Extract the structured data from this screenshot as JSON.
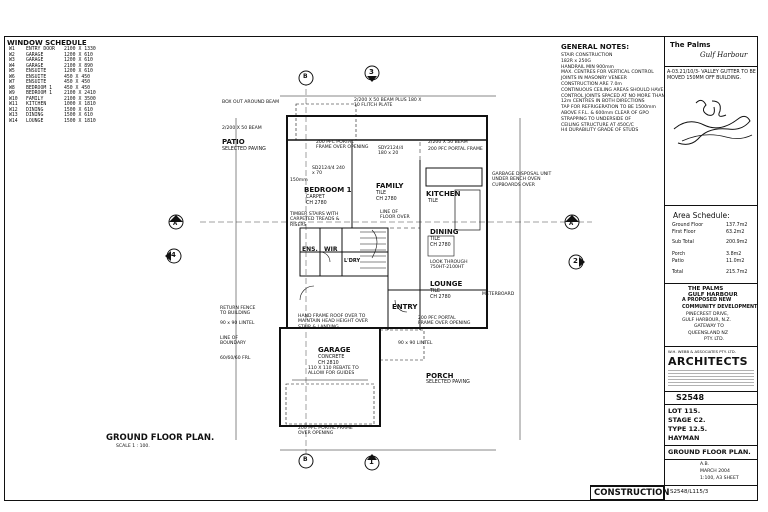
{
  "window_schedule": {
    "title": "WINDOW SCHEDULE",
    "rows": [
      {
        "code": "W1",
        "room": "ENTRY DOOR",
        "size": "2100 X 1330"
      },
      {
        "code": "W2",
        "room": "GARAGE",
        "size": "1200 X 610"
      },
      {
        "code": "W3",
        "room": "GARAGE",
        "size": "1200 X 610"
      },
      {
        "code": "W4",
        "room": "GARAGE",
        "size": "2100 X 890"
      },
      {
        "code": "W5",
        "room": "ENSUITE",
        "size": "1200 X 610"
      },
      {
        "code": "W6",
        "room": "ENSUITE",
        "size": "450 X 450"
      },
      {
        "code": "W7",
        "room": "ENSUITE",
        "size": "450 X 450"
      },
      {
        "code": "W8",
        "room": "BEDROOM 1",
        "size": "450 X 450"
      },
      {
        "code": "W9",
        "room": "BEDROOM 1",
        "size": "2100 X 2410"
      },
      {
        "code": "W10",
        "room": "FAMILY",
        "size": "2100 X 3500"
      },
      {
        "code": "W11",
        "room": "KITCHEN",
        "size": "1000 X 1810"
      },
      {
        "code": "W12",
        "room": "DINING",
        "size": "1500 X 610"
      },
      {
        "code": "W13",
        "room": "DINING",
        "size": "1500 X 610"
      },
      {
        "code": "W14",
        "room": "LOUNGE",
        "size": "1500 X 1810"
      }
    ]
  },
  "general_notes": {
    "title": "GENERAL NOTES:",
    "lines": [
      "STAIR CONSTRUCTION",
      "182R x 250G",
      "HANDRAIL MIN 900mm",
      "MAX. CENTRES FOR VERTICAL CONTROL",
      "JOINTS IN MASONRY VENEER",
      "CONSTRUCTION ARE 7.0m",
      "CONTINUOUS CEILING AREAS SHOULD HAVE",
      "CONTROL JOINTS SPACED AT NO MORE THAN",
      "12m CENTRES IN BOTH DIRECTIONS",
      "TAP FOR REFRIGERATION TO BE 1500mm",
      "ABOVE F.F.L. & 600mm CLEAR OF GPO",
      "STRAPPING TO UNDERSIDE OF",
      "CEILING STRUCTURE AT 450C/C",
      "H4 DURABILITY GRADE OF STUDS"
    ]
  },
  "title_block": {
    "project_name": "The Palms",
    "project_sub": "Gulf Harbour",
    "amendment_note": "A-03.21/10/3- VALLEY GUTTER TO BE MOVED 150MM OFF BUILDING.",
    "area_schedule": {
      "title": "Area Schedule:",
      "rows": [
        {
          "label": "Ground Floor",
          "value": "137.7m2"
        },
        {
          "label": "First Floor",
          "value": "63.2m2"
        },
        {
          "label": "Sub Total",
          "value": "200.9m2"
        },
        {
          "label": "Porch",
          "value": "3.8m2"
        },
        {
          "label": "Patio",
          "value": "11.0m2"
        },
        {
          "label": "Total",
          "value": "215.7m2"
        }
      ]
    },
    "development": [
      "THE PALMS",
      "GULF HARBOUR",
      "A PROPOSED NEW",
      "COMMUNITY DEVELOPMENT"
    ],
    "address": [
      "PINECREST DRIVE,",
      "GULF HARBOUR, N.Z.",
      "GATEWAY TO",
      "QUEENSLAND NZ",
      "PTY. LTD."
    ],
    "firm_small": "W.H. WEBB & ASSOCIATES PTY. LTD.",
    "firm": "ARCHITECTS",
    "job_no": "S2548",
    "lot": "LOT 115.",
    "stage": "STAGE C2.",
    "type": "TYPE 12.5.",
    "model": "HAYMAN",
    "drawing_title": "GROUND FLOOR PLAN.",
    "drawn": "A.B.",
    "date": "MARCH 2004",
    "scale": "1:100, A3 SHEET",
    "stamp": "CONSTRUCTION",
    "drawing_no": "S2548/L115/3"
  },
  "plan": {
    "title": "GROUND FLOOR PLAN.",
    "scale": "SCALE 1 : 100.",
    "section_markers": {
      "top": "3",
      "bottom": "1",
      "left": "4",
      "right": "2",
      "a": "A",
      "b": "B"
    },
    "rooms": {
      "bedroom": {
        "name": "BEDROOM 1",
        "finish": "CARPET",
        "ch": "CH 2780"
      },
      "family": {
        "name": "FAMILY",
        "finish": "TILE",
        "ch": "CH 2780"
      },
      "kitchen": {
        "name": "KITCHEN",
        "finish": "TILE"
      },
      "dining": {
        "name": "DINING",
        "finish": "TILE",
        "ch": "CH 2780"
      },
      "lounge": {
        "name": "LOUNGE",
        "finish": "TILE",
        "ch": "CH 2780"
      },
      "garage": {
        "name": "GARAGE",
        "finish": "CONCRETE",
        "ch": "CH 2810"
      },
      "entry": {
        "name": "ENTRY"
      },
      "ens": {
        "name": "ENS."
      },
      "wir": {
        "name": "WIR"
      },
      "lau": {
        "name": "L'DRY"
      },
      "patio": {
        "name": "PATIO",
        "finish": "SELECTED PAVING"
      },
      "porch": {
        "name": "PORCH",
        "finish": "SELECTED PAVING"
      }
    },
    "annotations": {
      "box_beam": "BOX OUT AROUND BEAM",
      "beam_top": "2/200 X 50 BEAM PLUS 180 X 10 FLITCH PLATE",
      "beam_left": "2/200 X 50 BEAM",
      "portal_top": "200 PFC PORTAL FRAME OVER OPENING",
      "sdy": "SDY2124/4 180 x 20",
      "beam_right": "2/200 X 50 BEAM",
      "portal_right": "200 PFC PORTAL FRAME",
      "garbage": "GARBAGE DISPOSAL UNIT UNDER BENCH OVEN CUPBOARDS OVER",
      "stairs": "TIMBER STAIRS WITH CARPETED TREADS & RISERS",
      "floor_over": "LINE OF FLOOR OVER",
      "look_through": "LOOK THROUGH 750HT-2100HT",
      "meterboard": "METERBOARD",
      "return_fence": "RETURN FENCE TO BUILDING",
      "lintel_left": "90 x 90 LINTEL",
      "line_boundary": "LINE OF BOUNDARY",
      "frl": "60/60/60 FRL",
      "hand_frame": "HAND FRAME ROOF OVER TO MAINTAIN HEAD HEIGHT OVER STAIR & LANDING",
      "rebate": "110 X 110 REBATE TO ALLOW FOR GUIDES",
      "portal_entry": "200 PFC PORTAL FRAME OVER OPENING",
      "lintel_entry": "90 x 90 LINTEL",
      "portal_bottom": "200 PFC PORTAL FRAME OVER OPENING",
      "sd_bed": "SD2124/4 240 x 70",
      "w150": "150mm"
    }
  }
}
